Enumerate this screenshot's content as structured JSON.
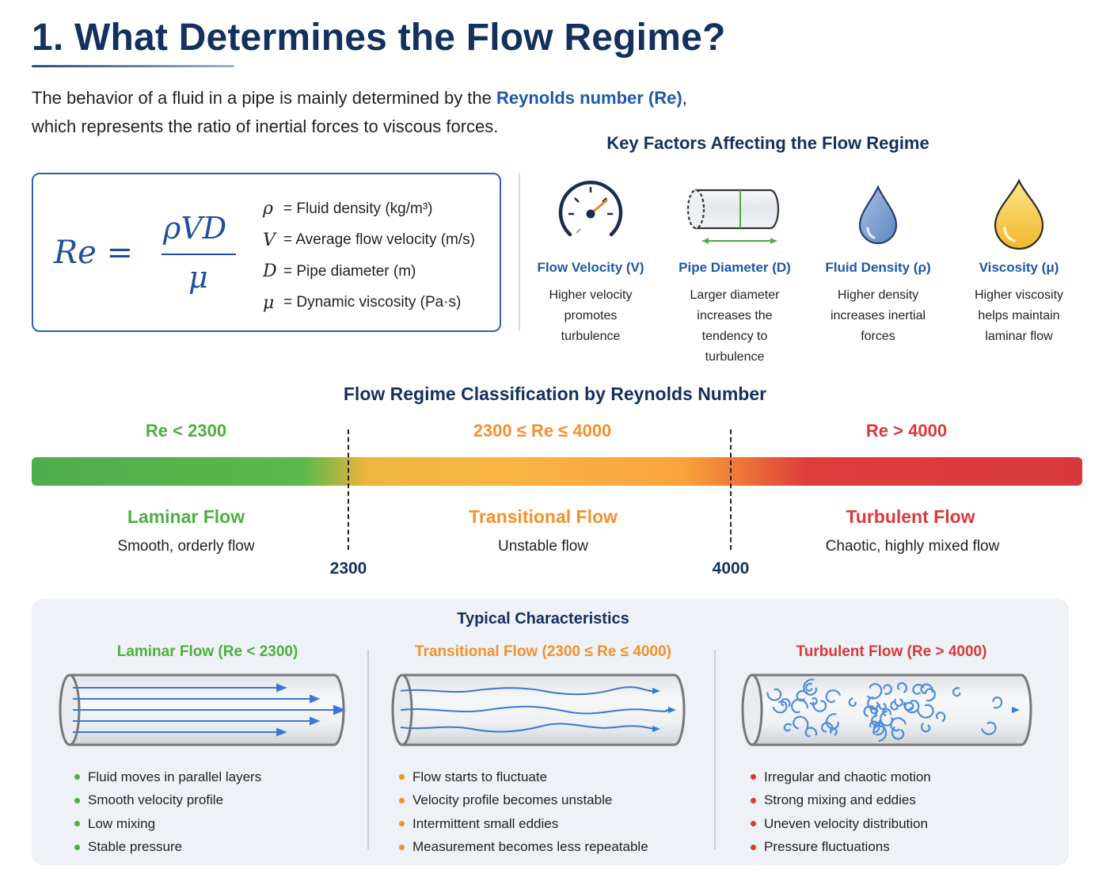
{
  "title": "1. What Determines the Flow Regime?",
  "intro": {
    "part1": "The behavior of a fluid in a pipe is mainly determined by the ",
    "highlight": "Reynolds number (Re)",
    "part2": ",",
    "line2": "which represents the ratio of inertial forces to viscous forces."
  },
  "formula": {
    "lhs": "Re =",
    "numerator": "ρVD",
    "denominator": "μ",
    "definitions": [
      {
        "symbol": "ρ",
        "text": "= Fluid density (kg/m³)"
      },
      {
        "symbol": "V",
        "text": "= Average flow velocity (m/s)"
      },
      {
        "symbol": "D",
        "text": "= Pipe diameter (m)"
      },
      {
        "symbol": "μ",
        "text": "= Dynamic viscosity (Pa·s)"
      }
    ]
  },
  "factors": {
    "title": "Key Factors Affecting the Flow Regime",
    "items": [
      {
        "icon": "speedometer-icon",
        "name": "Flow Velocity (V)",
        "desc": [
          "Higher velocity",
          "promotes",
          "turbulence"
        ]
      },
      {
        "icon": "pipe-cylinder-icon",
        "name": "Pipe Diameter (D)",
        "desc": [
          "Larger diameter",
          "increases the",
          "tendency to",
          "turbulence"
        ]
      },
      {
        "icon": "blue-droplet-icon",
        "name": "Fluid Density (ρ)",
        "desc": [
          "Higher density",
          "increases inertial",
          "forces"
        ]
      },
      {
        "icon": "yellow-droplet-icon",
        "name": "Viscosity (μ)",
        "desc": [
          "Higher viscosity",
          "helps maintain",
          "laminar flow"
        ]
      }
    ]
  },
  "classification": {
    "title": "Flow Regime Classification by Reynolds Number",
    "regimes": [
      {
        "range": "Re < 2300",
        "name": "Laminar Flow",
        "desc": "Smooth, orderly flow",
        "color": "#4caf3f"
      },
      {
        "range": "2300 ≤ Re ≤ 4000",
        "name": "Transitional Flow",
        "desc": "Unstable flow",
        "color": "#f2912c"
      },
      {
        "range": "Re > 4000",
        "name": "Turbulent Flow",
        "desc": "Chaotic, highly mixed flow",
        "color": "#d9393b"
      }
    ],
    "thresholds": [
      "2300",
      "4000"
    ]
  },
  "characteristics": {
    "title": "Typical Characteristics",
    "columns": [
      {
        "title": "Laminar Flow (Re < 2300)",
        "color": "#4caf3f",
        "bullets": [
          "Fluid moves in parallel layers",
          "Smooth velocity profile",
          "Low mixing",
          "Stable pressure"
        ]
      },
      {
        "title": "Transitional Flow (2300 ≤ Re ≤ 4000)",
        "color": "#f2912c",
        "bullets": [
          "Flow starts to fluctuate",
          "Velocity profile becomes unstable",
          "Intermittent small eddies",
          "Measurement becomes less repeatable"
        ]
      },
      {
        "title": "Turbulent Flow (Re > 4000)",
        "color": "#d9393b",
        "bullets": [
          "Irregular and chaotic motion",
          "Strong mixing and eddies",
          "Uneven velocity distribution",
          "Pressure fluctuations"
        ]
      }
    ]
  }
}
